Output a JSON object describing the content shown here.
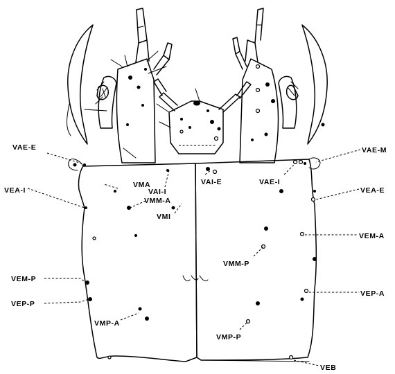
{
  "labels": {
    "vae_e": "VAE-E",
    "vea_i": "VEA-I",
    "vai_i": "VAI-I",
    "vma": "VMA",
    "vmm_a": "VMM-A",
    "vmi": "VMI",
    "vem_p": "VEM-P",
    "vep_p": "VEP-P",
    "vmp_a": "VMP-A",
    "vai_e": "VAI-E",
    "vae_i": "VAE-I",
    "vae_m": "VAE-M",
    "vea_e": "VEA-E",
    "vem_a": "VEM-A",
    "vmm_p": "VMM-P",
    "vep_a": "VEP-A",
    "vmp_p": "VMP-P",
    "veb": "VEB"
  }
}
